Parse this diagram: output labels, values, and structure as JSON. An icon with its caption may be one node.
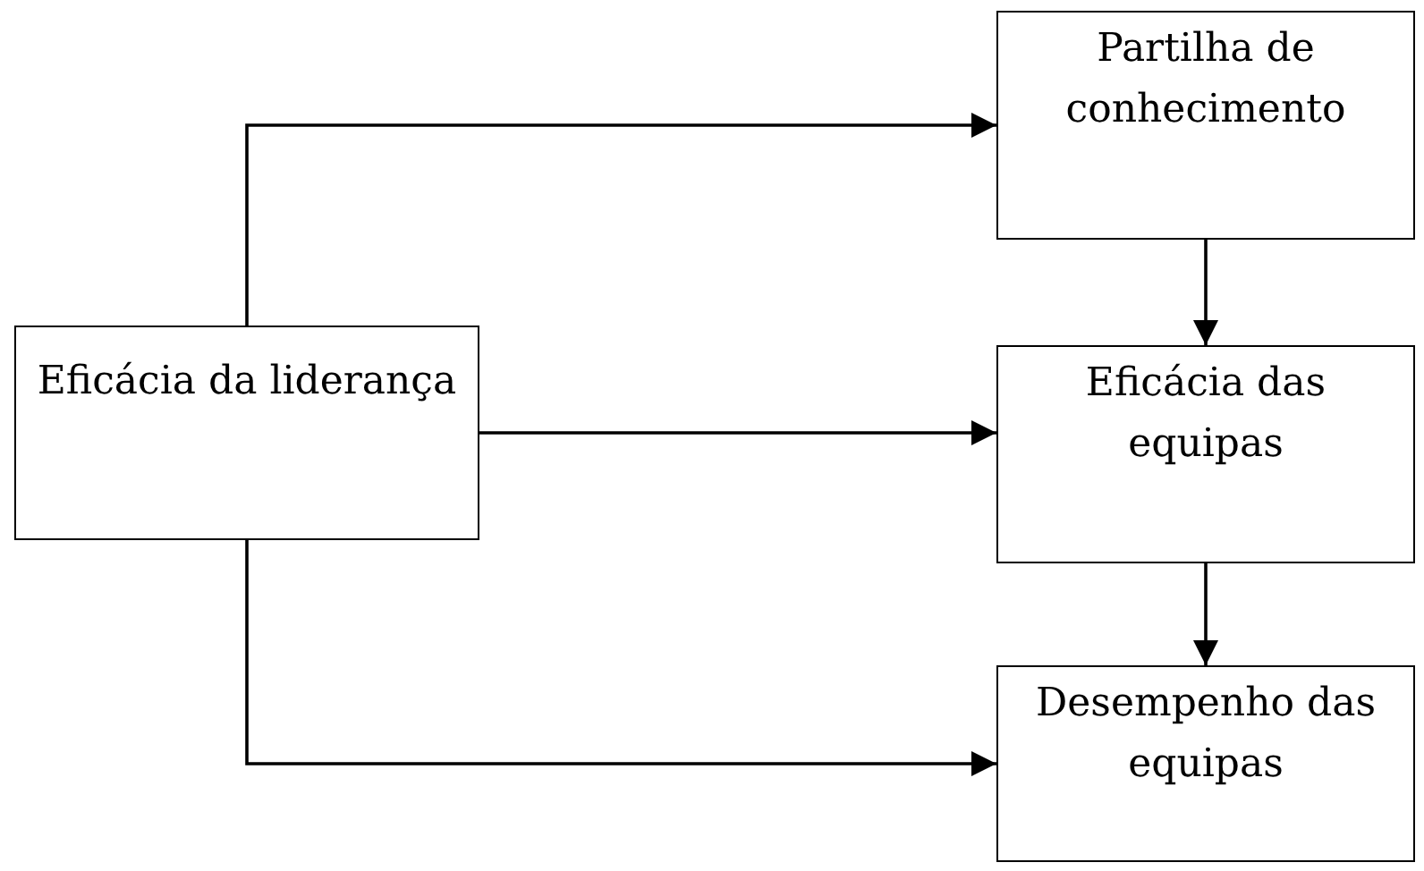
{
  "diagram": {
    "nodes": [
      {
        "text": [
          "Eficácia da liderança"
        ]
      },
      {
        "text": [
          "Partilha de conhecimento"
        ]
      },
      {
        "text": [
          "Eficácia das equipas"
        ]
      },
      {
        "text": [
          "Desempenho das equipas"
        ]
      }
    ],
    "edges": [
      {
        "from": 0,
        "to": 1,
        "arrow": "to"
      },
      {
        "from": 0,
        "to": 2,
        "arrow": "to"
      },
      {
        "from": 0,
        "to": 3,
        "arrow": "to"
      },
      {
        "from": 1,
        "to": 2,
        "arrow": "to"
      },
      {
        "from": 2,
        "to": 3,
        "arrow": "to"
      }
    ]
  }
}
